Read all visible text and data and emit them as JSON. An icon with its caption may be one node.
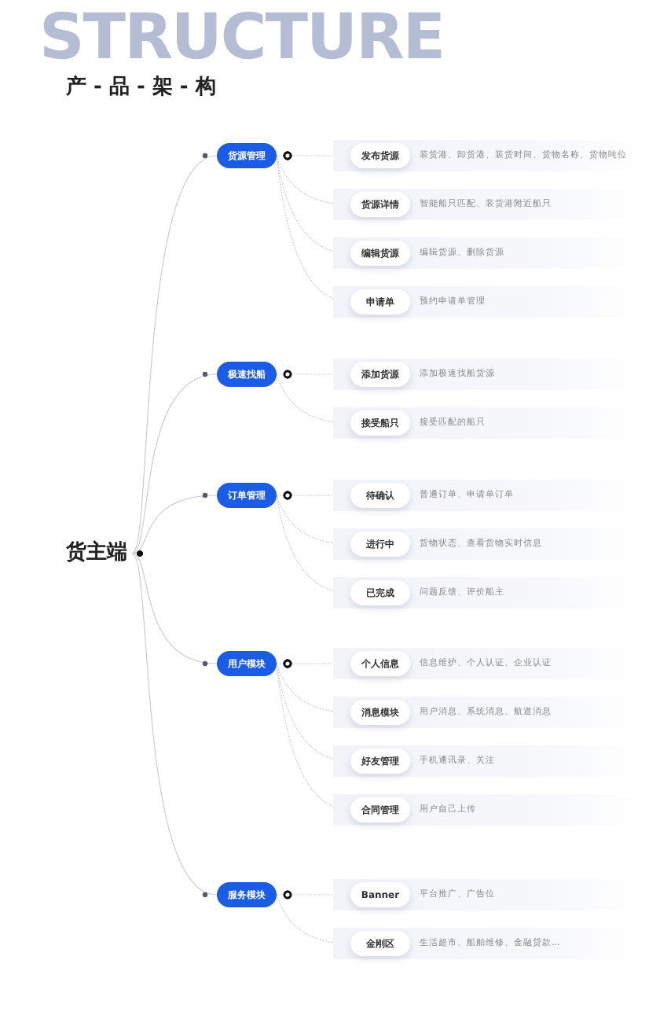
{
  "diagram": {
    "title": "产 - 品 - 架 - 构",
    "nodes": [
      {
        "text": [
          "货主端"
        ]
      },
      {
        "text": [
          "货源管理"
        ]
      },
      {
        "text": [
          "发布货源"
        ],
        "beside": [
          "装货港、卸货港、装货时间、货物名称、货物吨位"
        ]
      },
      {
        "text": [
          "货源详情"
        ],
        "beside": [
          "智能船只匹配、装货港附近船只"
        ]
      },
      {
        "text": [
          "编辑货源"
        ],
        "beside": [
          "编辑货源、删除货源"
        ]
      },
      {
        "text": [
          "申请单"
        ],
        "beside": [
          "预约申请单管理"
        ]
      },
      {
        "text": [
          "极速找船"
        ]
      },
      {
        "text": [
          "添加货源"
        ],
        "beside": [
          "添加极速找船货源"
        ]
      },
      {
        "text": [
          "接受船只"
        ],
        "beside": [
          "接受匹配的船只"
        ]
      },
      {
        "text": [
          "订单管理"
        ]
      },
      {
        "text": [
          "待确认"
        ],
        "beside": [
          "普通订单、申请单订单"
        ]
      },
      {
        "text": [
          "进行中"
        ],
        "beside": [
          "货物状态、查看货物实时信息"
        ]
      },
      {
        "text": [
          "已完成"
        ],
        "beside": [
          "问题反馈、评价船主"
        ]
      },
      {
        "text": [
          "用户模块"
        ]
      },
      {
        "text": [
          "个人信息"
        ],
        "beside": [
          "信息维护、个人认证、企业认证"
        ]
      },
      {
        "text": [
          "消息模块"
        ],
        "beside": [
          "用户消息、系统消息、航道消息"
        ]
      },
      {
        "text": [
          "好友管理"
        ],
        "beside": [
          "手机通讯录、关注"
        ]
      },
      {
        "text": [
          "合同管理"
        ],
        "beside": [
          "用户自己上传"
        ]
      },
      {
        "text": [
          "服务模块"
        ]
      },
      {
        "text": [
          "Banner"
        ],
        "beside": [
          "平台推广、广告位"
        ]
      },
      {
        "text": [
          "金刚区"
        ],
        "beside": [
          "生活超市、船舶维修、金融贷款..."
        ]
      }
    ],
    "edges": [
      {
        "from": 0,
        "to": 1,
        "arrow": "other"
      },
      {
        "from": 1,
        "to": 2,
        "arrow": "other",
        "style": "dashed"
      },
      {
        "from": 1,
        "to": 3,
        "arrow": "other",
        "style": "dashed"
      },
      {
        "from": 1,
        "to": 4,
        "arrow": "other",
        "style": "dashed"
      },
      {
        "from": 1,
        "to": 5,
        "arrow": "other",
        "style": "dashed"
      },
      {
        "from": 0,
        "to": 6,
        "arrow": "other"
      },
      {
        "from": 6,
        "to": 7,
        "arrow": "other",
        "style": "dashed"
      },
      {
        "from": 6,
        "to": 8,
        "arrow": "other",
        "style": "dashed"
      },
      {
        "from": 0,
        "to": 9,
        "arrow": "other"
      },
      {
        "from": 9,
        "to": 10,
        "arrow": "other",
        "style": "dashed"
      },
      {
        "from": 9,
        "to": 11,
        "arrow": "other",
        "style": "dashed"
      },
      {
        "from": 9,
        "to": 12,
        "arrow": "other",
        "style": "dashed"
      },
      {
        "from": 0,
        "to": 13,
        "arrow": "other"
      },
      {
        "from": 13,
        "to": 14,
        "arrow": "other",
        "style": "dashed"
      },
      {
        "from": 13,
        "to": 15,
        "arrow": "other",
        "style": "dashed"
      },
      {
        "from": 13,
        "to": 16,
        "arrow": "other",
        "style": "dashed"
      },
      {
        "from": 13,
        "to": 17,
        "arrow": "other",
        "style": "dashed"
      },
      {
        "from": 0,
        "to": 18,
        "arrow": "other"
      },
      {
        "from": 18,
        "to": 19,
        "arrow": "other",
        "style": "dashed"
      },
      {
        "from": 18,
        "to": 20,
        "arrow": "other",
        "style": "dashed"
      }
    ],
    "labels": [
      "STRUCTURE"
    ]
  }
}
